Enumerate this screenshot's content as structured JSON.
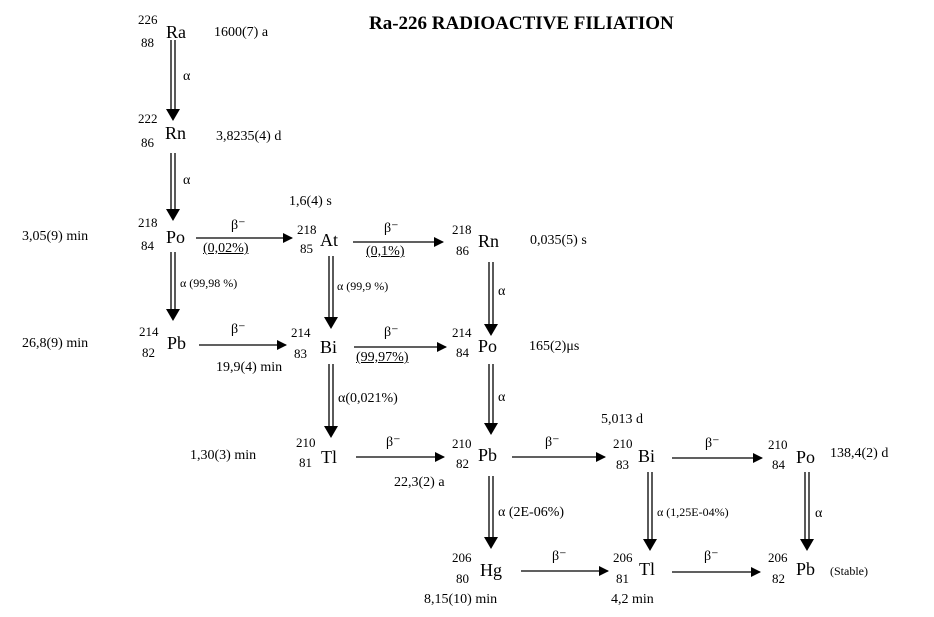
{
  "title": "Ra-226 RADIOACTIVE FILIATION",
  "labels": {
    "alpha": "α",
    "beta": "β⁻"
  },
  "nuclides": [
    {
      "id": "ra226",
      "mass": "226",
      "z": "88",
      "symbol": "Ra"
    },
    {
      "id": "rn222",
      "mass": "222",
      "z": "86",
      "symbol": "Rn"
    },
    {
      "id": "po218",
      "mass": "218",
      "z": "84",
      "symbol": "Po"
    },
    {
      "id": "at218",
      "mass": "218",
      "z": "85",
      "symbol": "At"
    },
    {
      "id": "rn218",
      "mass": "218",
      "z": "86",
      "symbol": "Rn"
    },
    {
      "id": "pb214",
      "mass": "214",
      "z": "82",
      "symbol": "Pb"
    },
    {
      "id": "bi214",
      "mass": "214",
      "z": "83",
      "symbol": "Bi"
    },
    {
      "id": "po214",
      "mass": "214",
      "z": "84",
      "symbol": "Po"
    },
    {
      "id": "tl210",
      "mass": "210",
      "z": "81",
      "symbol": "Tl"
    },
    {
      "id": "pb210",
      "mass": "210",
      "z": "82",
      "symbol": "Pb"
    },
    {
      "id": "bi210",
      "mass": "210",
      "z": "83",
      "symbol": "Bi"
    },
    {
      "id": "po210",
      "mass": "210",
      "z": "84",
      "symbol": "Po"
    },
    {
      "id": "hg206",
      "mass": "206",
      "z": "80",
      "symbol": "Hg"
    },
    {
      "id": "tl206",
      "mass": "206",
      "z": "81",
      "symbol": "Tl"
    },
    {
      "id": "pb206",
      "mass": "206",
      "z": "82",
      "symbol": "Pb"
    }
  ],
  "half_lives": {
    "ra226": "1600(7) a",
    "rn222": "3,8235(4) d",
    "po218": "3,05(9) min",
    "at218": "1,6(4) s",
    "rn218": "0,035(5) s",
    "pb214": "26,8(9) min",
    "bi214": "19,9(4) min",
    "po214": "165(2)μs",
    "tl210": "1,30(3) min",
    "pb210": "22,3(2) a",
    "bi210": "5,013 d",
    "po210": "138,4(2) d",
    "hg206": "8,15(10) min",
    "tl206": "4,2 min",
    "pb206": "(Stable)"
  },
  "branching": {
    "po218_at218": "(0,02%)",
    "at218_rn218": "(0,1%)",
    "po218_pb214": "α (99,98 %)",
    "at218_bi214": "α (99,9 %)",
    "bi214_po214": "(99,97%)",
    "bi214_tl210": "α(0,021%)",
    "pb210_hg206": "α (2E-06%)",
    "bi210_tl206": "α (1,25E-04%)"
  }
}
